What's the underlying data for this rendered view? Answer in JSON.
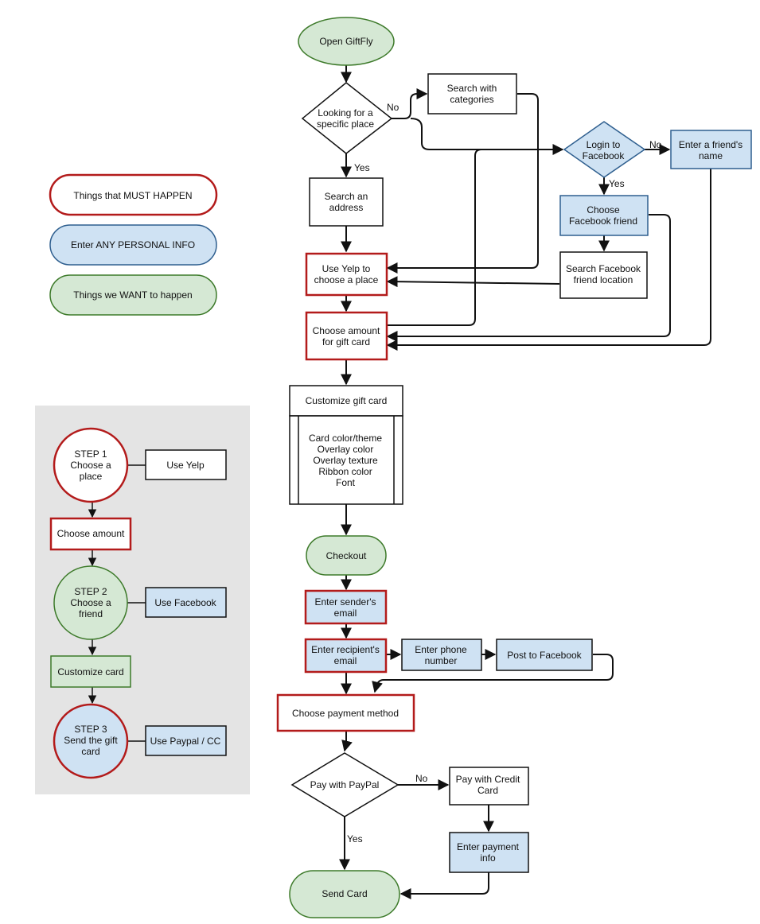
{
  "colors": {
    "must_border": "#b31b1b",
    "personal_fill": "#cfe2f3",
    "personal_border": "#2f5f8f",
    "want_fill": "#d5e8d4",
    "want_border": "#3d7a2a",
    "panel_bg": "#e4e4e4",
    "line": "#111111"
  },
  "legend": {
    "must": "Things that MUST HAPPEN",
    "personal": "Enter ANY PERSONAL INFO",
    "want": "Things we WANT to happen"
  },
  "steps": {
    "step1": [
      "STEP 1",
      "Choose a",
      "place"
    ],
    "use_yelp": "Use Yelp",
    "choose_amount": "Choose amount",
    "step2": [
      "STEP 2",
      "Choose a",
      "friend"
    ],
    "use_facebook": "Use Facebook",
    "customize_card": "Customize card",
    "step3": [
      "STEP 3",
      "Send the gift",
      "card"
    ],
    "use_paypal": "Use Paypal / CC"
  },
  "flow": {
    "open": "Open GiftFly",
    "looking": [
      "Looking for a",
      "specific place"
    ],
    "search_categories": [
      "Search with",
      "categories"
    ],
    "search_address": [
      "Search an",
      "address"
    ],
    "use_yelp": [
      "Use Yelp to",
      "choose a place"
    ],
    "choose_amount": [
      "Choose amount",
      "for gift card"
    ],
    "login_facebook": [
      "Login to",
      "Facebook"
    ],
    "enter_friend_name": [
      "Enter a friend's",
      "name"
    ],
    "choose_fb_friend": [
      "Choose",
      "Facebook friend"
    ],
    "search_fb_location": [
      "Search Facebook",
      "friend location"
    ],
    "customize_header": "Customize gift card",
    "customize_items": [
      "Card color/theme",
      "Overlay color",
      "Overlay texture",
      "Ribbon color",
      "Font"
    ],
    "checkout": "Checkout",
    "sender_email": [
      "Enter sender's",
      "email"
    ],
    "recipient_email": [
      "Enter recipient's",
      "email"
    ],
    "phone": [
      "Enter phone",
      "number"
    ],
    "post_facebook": "Post to Facebook",
    "payment_method": "Choose payment method",
    "pay_paypal": "Pay with PayPal",
    "pay_credit": [
      "Pay with Credit",
      "Card"
    ],
    "payment_info": [
      "Enter payment",
      "info"
    ],
    "send_card": "Send Card"
  },
  "edge_labels": {
    "no_1": "No",
    "yes_1": "Yes",
    "no_2": "No",
    "yes_2": "Yes",
    "no_3": "No",
    "yes_3": "Yes"
  }
}
